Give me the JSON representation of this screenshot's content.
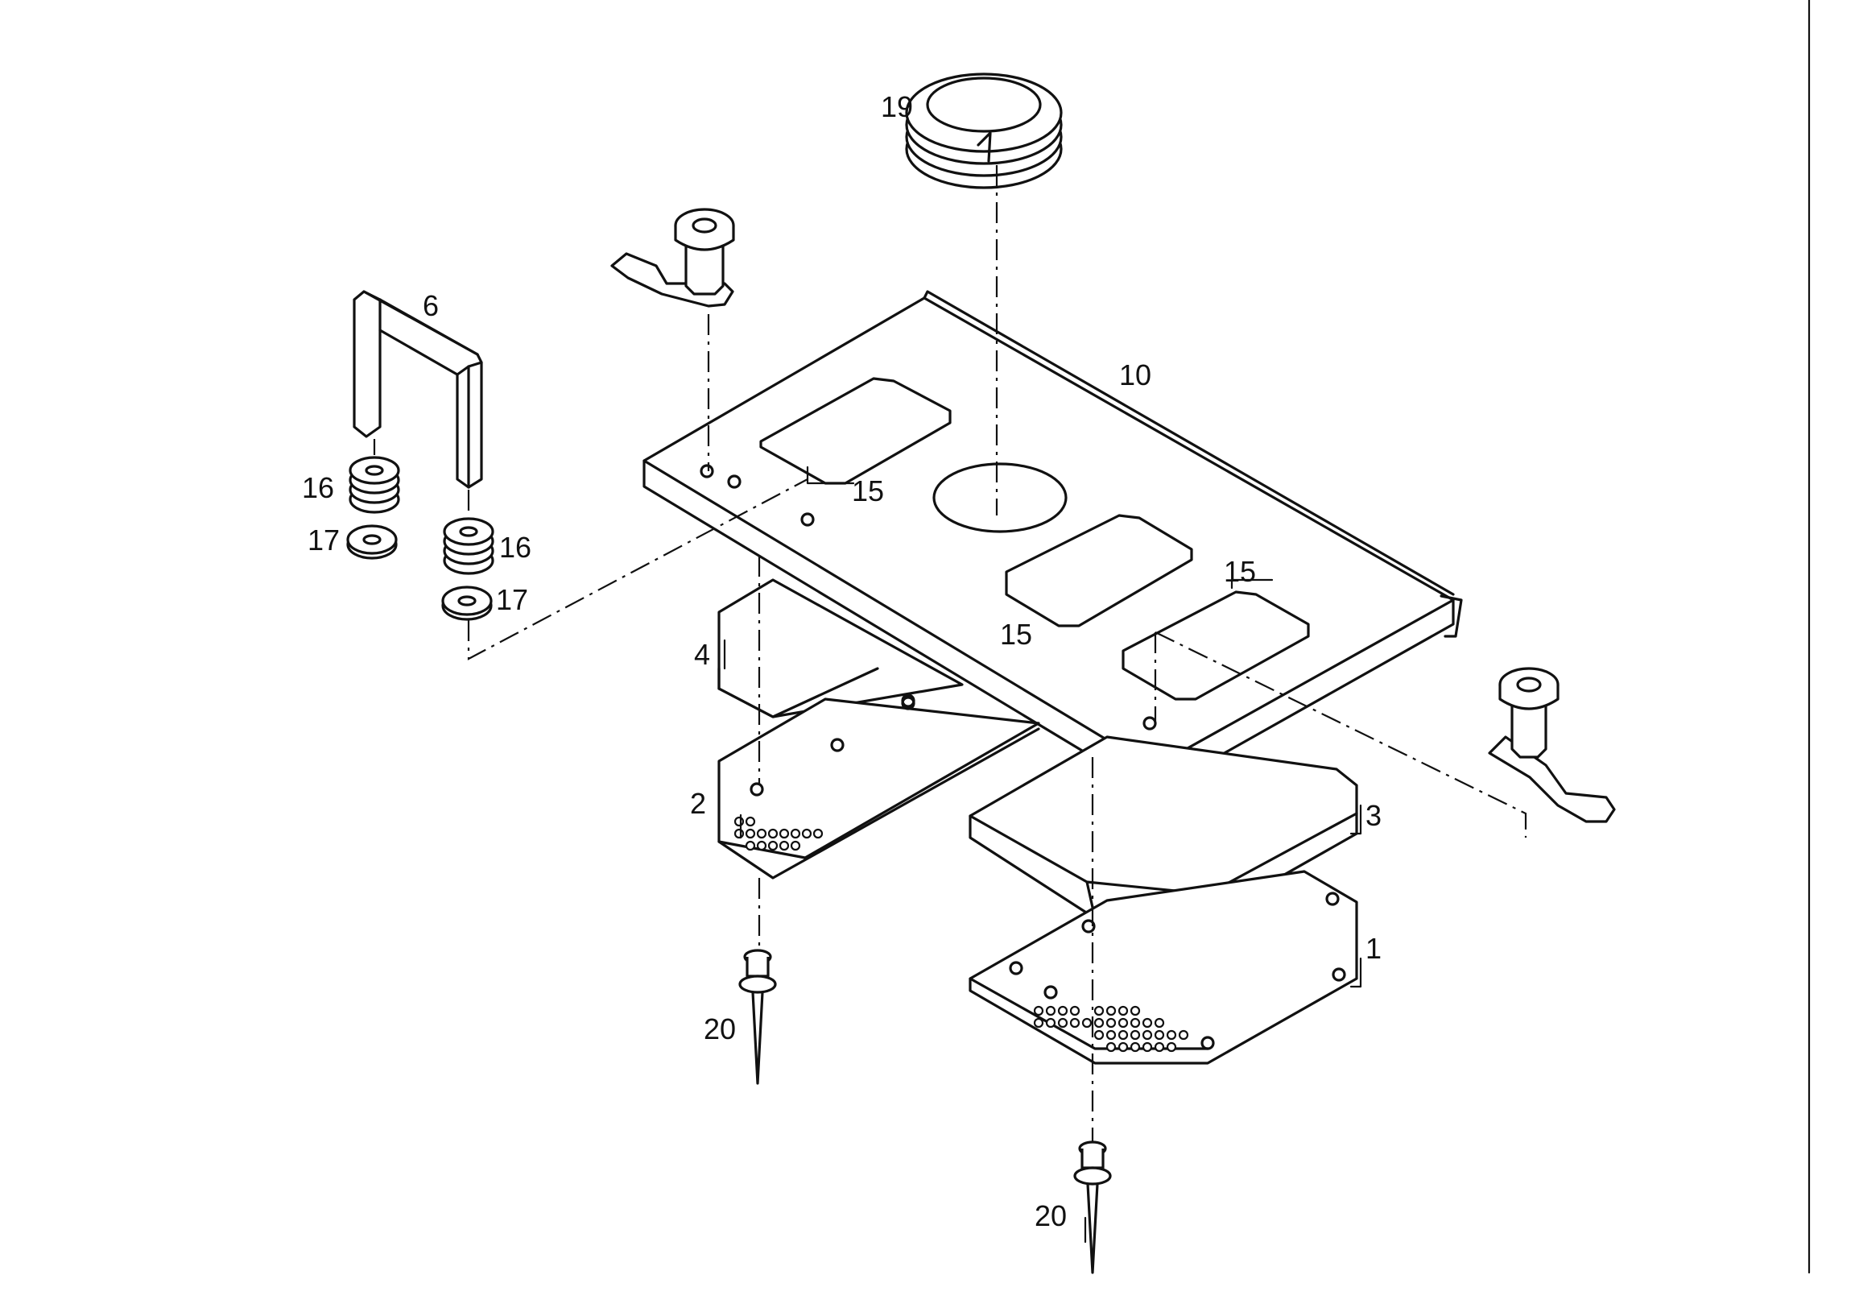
{
  "labels": {
    "p1": "1",
    "p2": "2",
    "p3": "3",
    "p4": "4",
    "p6": "6",
    "p10": "10",
    "p15a": "15",
    "p15b": "15",
    "p15c": "15",
    "p16a": "16",
    "p16b": "16",
    "p17a": "17",
    "p17b": "17",
    "p19": "19",
    "p20a": "20",
    "p20b": "20"
  }
}
